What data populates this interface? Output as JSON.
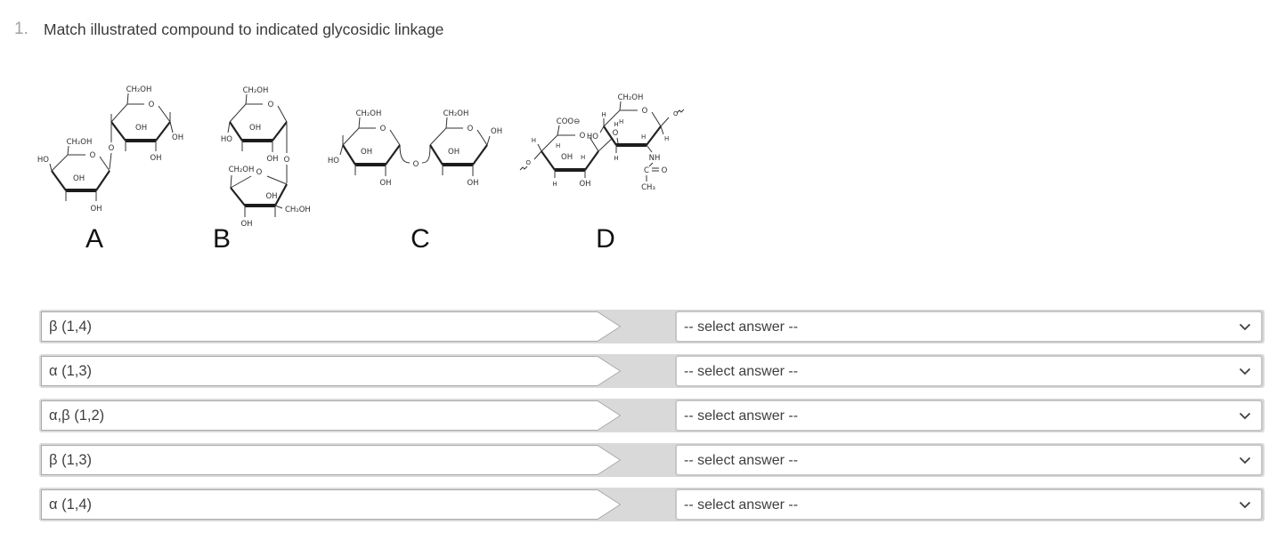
{
  "question": {
    "number": "1.",
    "text": "Match illustrated compound to indicated glycosidic linkage"
  },
  "figures": {
    "a": {
      "letter": "A",
      "labels": [
        "CH₂OH",
        "O",
        "OH",
        "OH",
        "OH",
        "O",
        "CH₂OH",
        "HO",
        "O",
        "OH",
        "OH"
      ]
    },
    "b": {
      "letter": "B",
      "labels": [
        "CH₂OH",
        "O",
        "OH",
        "HO",
        "OH",
        "O",
        "CH₂OH",
        "O",
        "OH",
        "CH₂OH",
        "OH"
      ]
    },
    "c": {
      "letter": "C",
      "labels": [
        "CH₂OH",
        "O",
        "HO",
        "OH",
        "OH",
        "O",
        "CH₂OH",
        "O",
        "OH",
        "OH",
        "OH"
      ]
    },
    "d": {
      "letter": "D",
      "labels": [
        "COO⊖",
        "O",
        "H",
        "H",
        "OH",
        "H",
        "O",
        "H",
        "OH",
        "O",
        "H",
        "HO",
        "CH₂OH",
        "O",
        "H",
        "H",
        "O",
        "H",
        "H",
        "NH",
        "C",
        "O",
        "CH₃",
        "H"
      ]
    }
  },
  "rows": [
    {
      "label": "β (1,4)",
      "placeholder": "-- select answer --"
    },
    {
      "label": "α (1,3)",
      "placeholder": "-- select answer --"
    },
    {
      "label": "α,β (1,2)",
      "placeholder": "-- select answer --"
    },
    {
      "label": "β (1,3)",
      "placeholder": "-- select answer --"
    },
    {
      "label": "α (1,4)",
      "placeholder": "-- select answer --"
    }
  ]
}
